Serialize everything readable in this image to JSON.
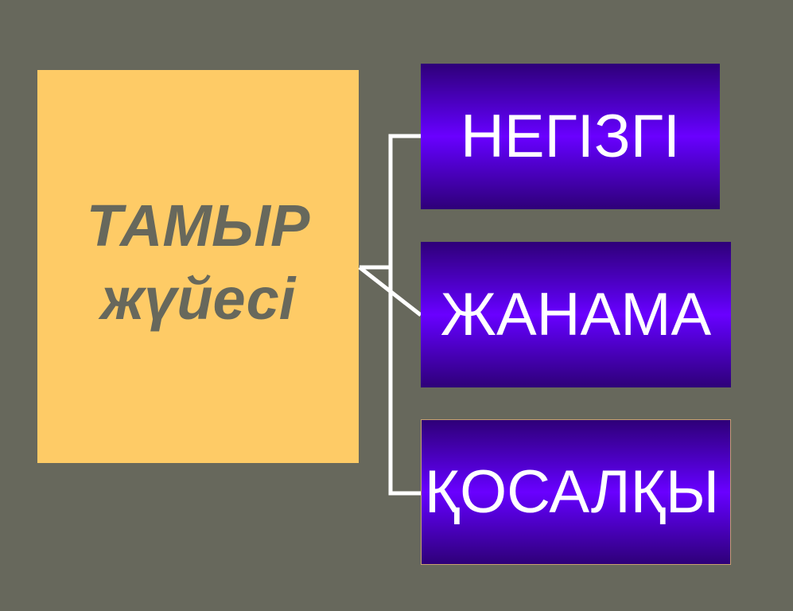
{
  "main": {
    "line1": "ТАМЫР",
    "line2": "жүйесі"
  },
  "items": [
    {
      "label": "НЕГІЗГІ"
    },
    {
      "label": "ЖАНАМА"
    },
    {
      "label": "ҚОСАЛҚЫ"
    }
  ],
  "colors": {
    "background": "#67685c",
    "main_box": "#fecb66",
    "item_box": "#6a00ff"
  }
}
